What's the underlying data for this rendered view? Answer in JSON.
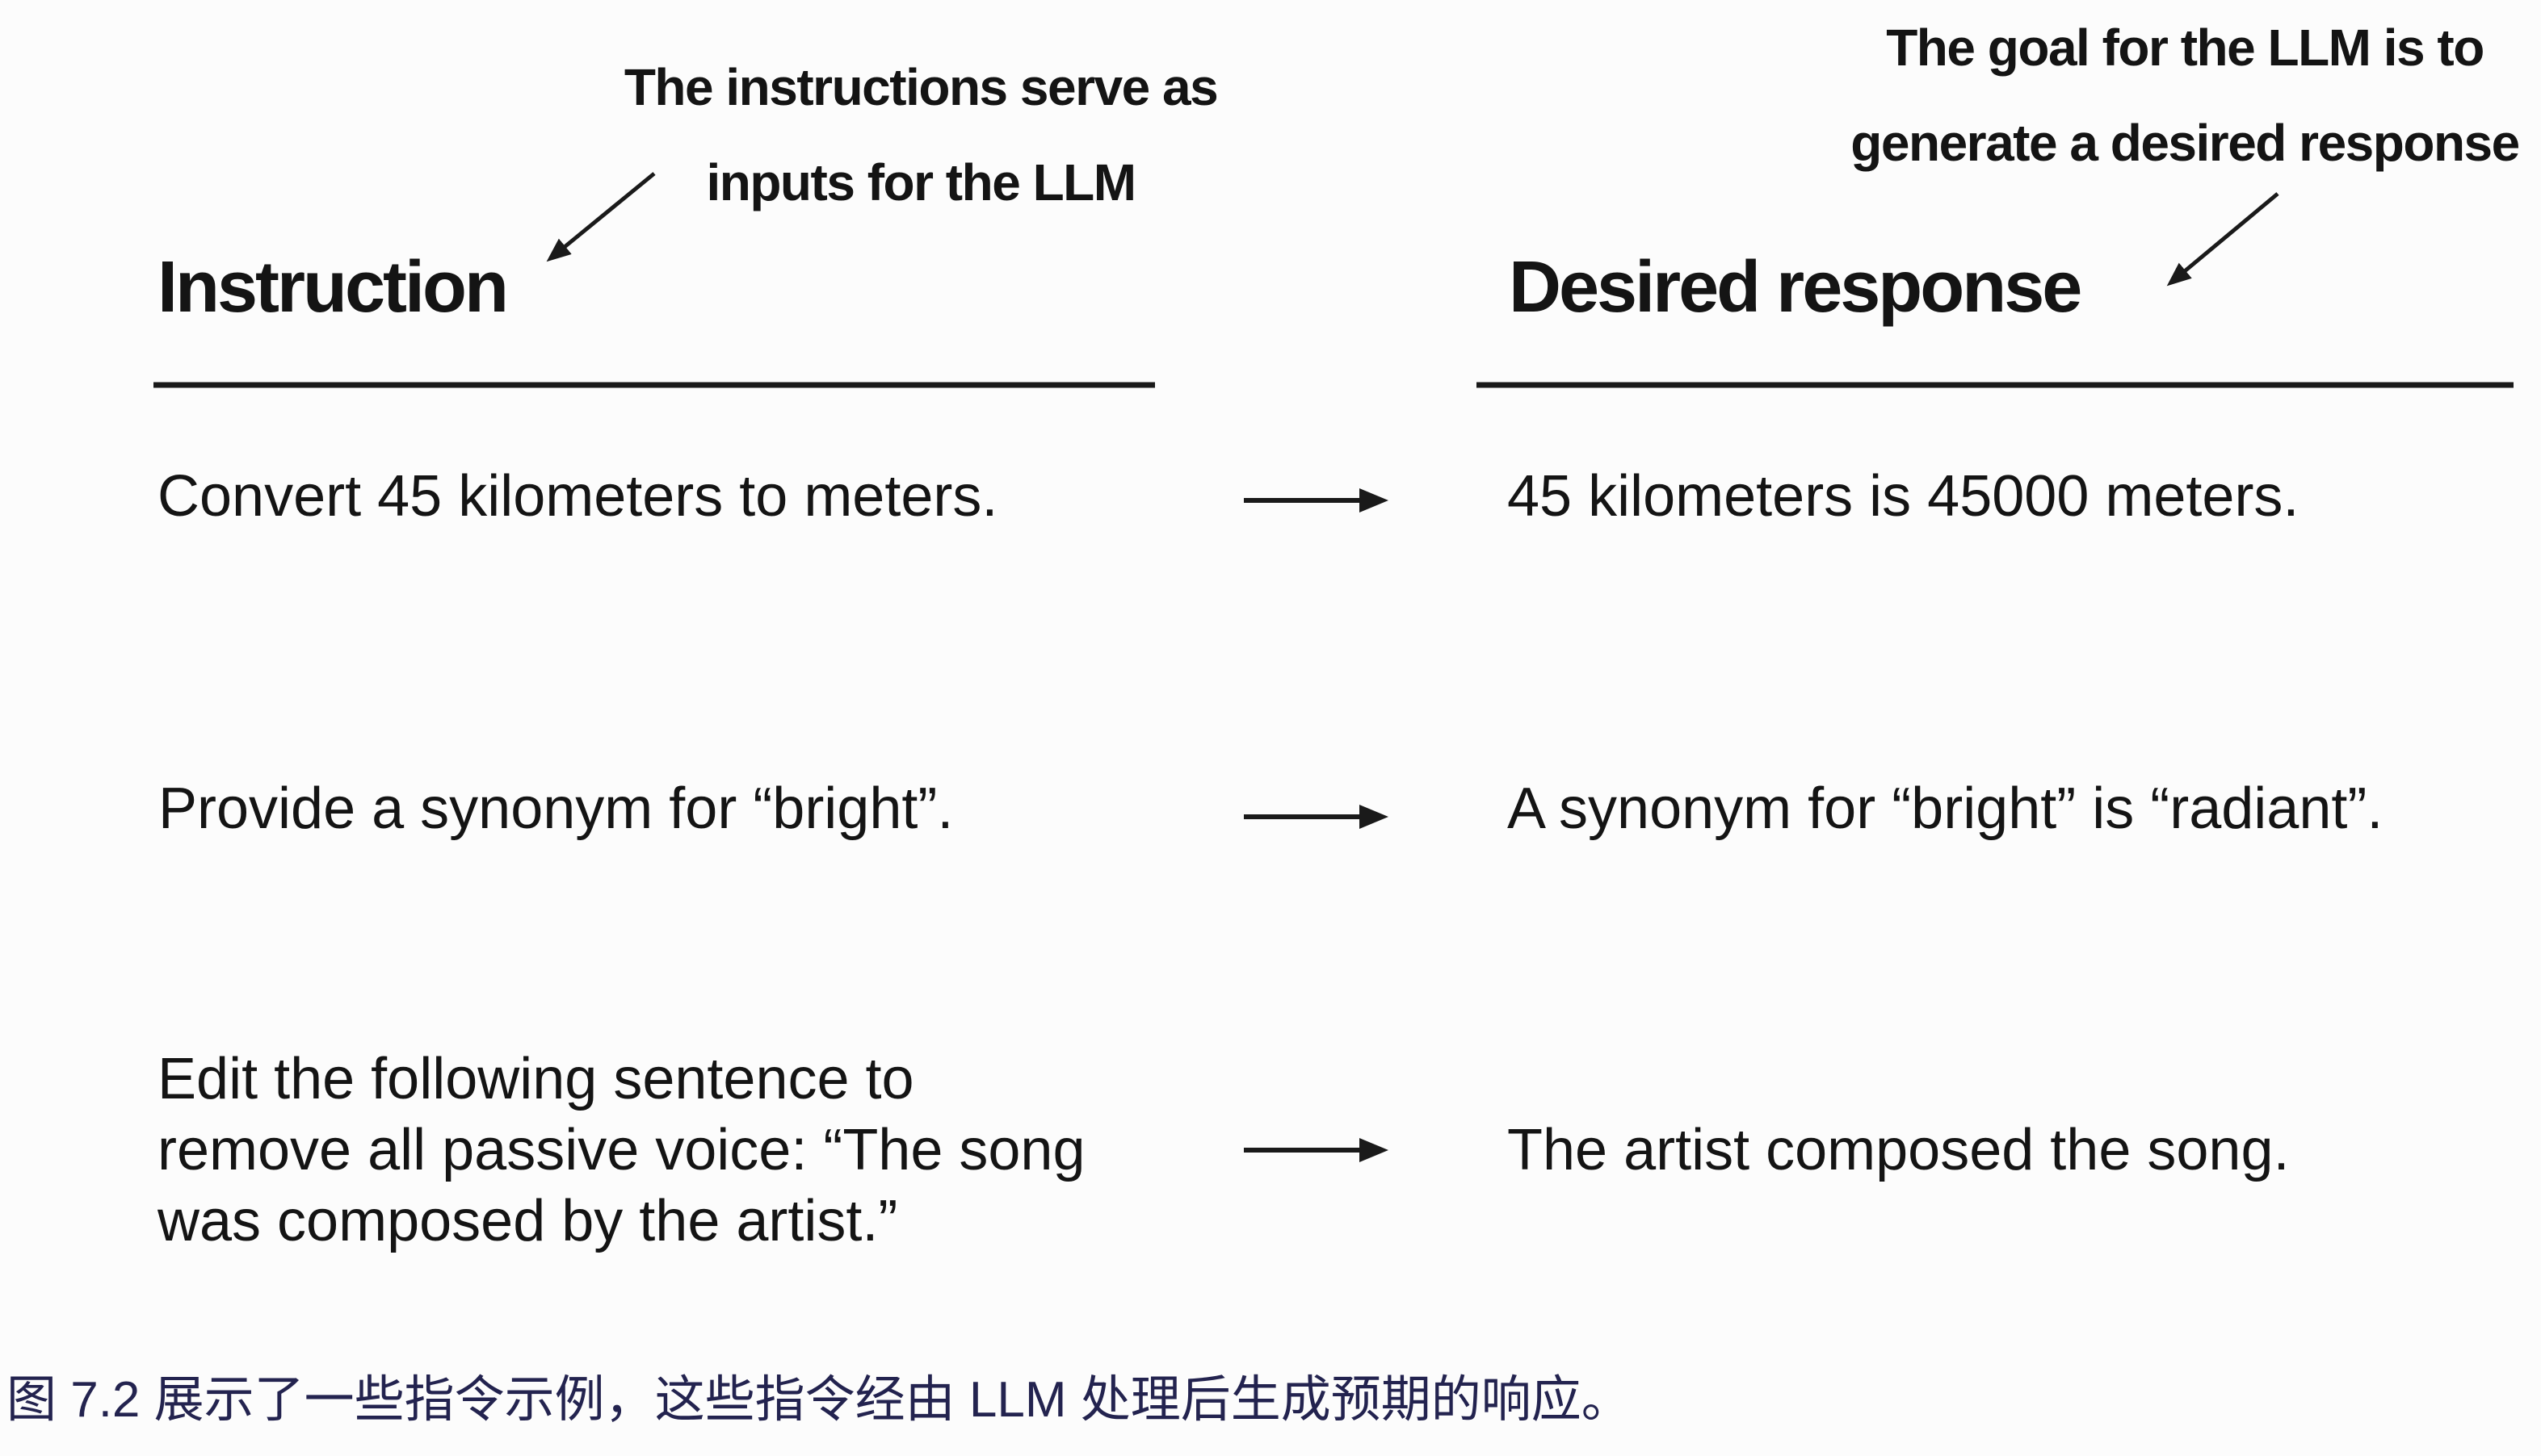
{
  "figure": {
    "annotations": {
      "left": {
        "line1": "The instructions serve as",
        "line2": "inputs for the LLM"
      },
      "right": {
        "line1": "The goal for the LLM is to",
        "line2": "generate a desired response"
      }
    },
    "columns": {
      "left_header": "Instruction",
      "right_header": "Desired response"
    },
    "rows": [
      {
        "instruction": "Convert 45 kilometers to meters.",
        "response": "45 kilometers is 45000 meters."
      },
      {
        "instruction": "Provide a synonym for “bright”.",
        "response": "A synonym for “bright” is “radiant”."
      },
      {
        "instruction": "Edit the following sentence to remove all passive voice: “The song was composed by the artist.”",
        "response": "The artist composed the song."
      }
    ],
    "caption": "图 7.2 展示了一些指令示例，这些指令经由 LLM 处理后生成预期的响应。",
    "colors": {
      "background": "#fcfcfc",
      "text": "#141414",
      "line": "#1a1a1a",
      "caption": "#23234f"
    }
  }
}
